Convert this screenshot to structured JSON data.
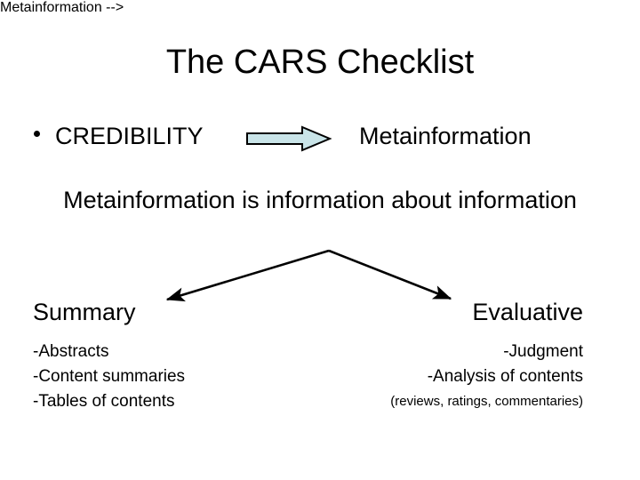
{
  "slide": {
    "title": "The CARS Checklist",
    "background_color": "#ffffff",
    "text_color": "#000000"
  },
  "bullet_row": {
    "bullet_glyph": "•",
    "label": "CREDIBILITY",
    "arrow_icon": "right-block-arrow-icon",
    "arrow_fill_color": "#c9e4e8",
    "arrow_stroke_color": "#000000",
    "target": "Metainformation"
  },
  "definition": "Metainformation is information about information",
  "branch_arrows": {
    "icon": "v-split-double-arrow-icon",
    "stroke_color": "#000000",
    "left_target": "Summary",
    "right_target": "Evaluative"
  },
  "columns": {
    "left": {
      "heading": "Summary",
      "items": [
        "-Abstracts",
        "-Content summaries",
        "-Tables of contents"
      ]
    },
    "right": {
      "heading": "Evaluative",
      "items": [
        "-Judgment",
        "-Analysis of contents",
        "(reviews, ratings, commentaries)"
      ]
    }
  }
}
